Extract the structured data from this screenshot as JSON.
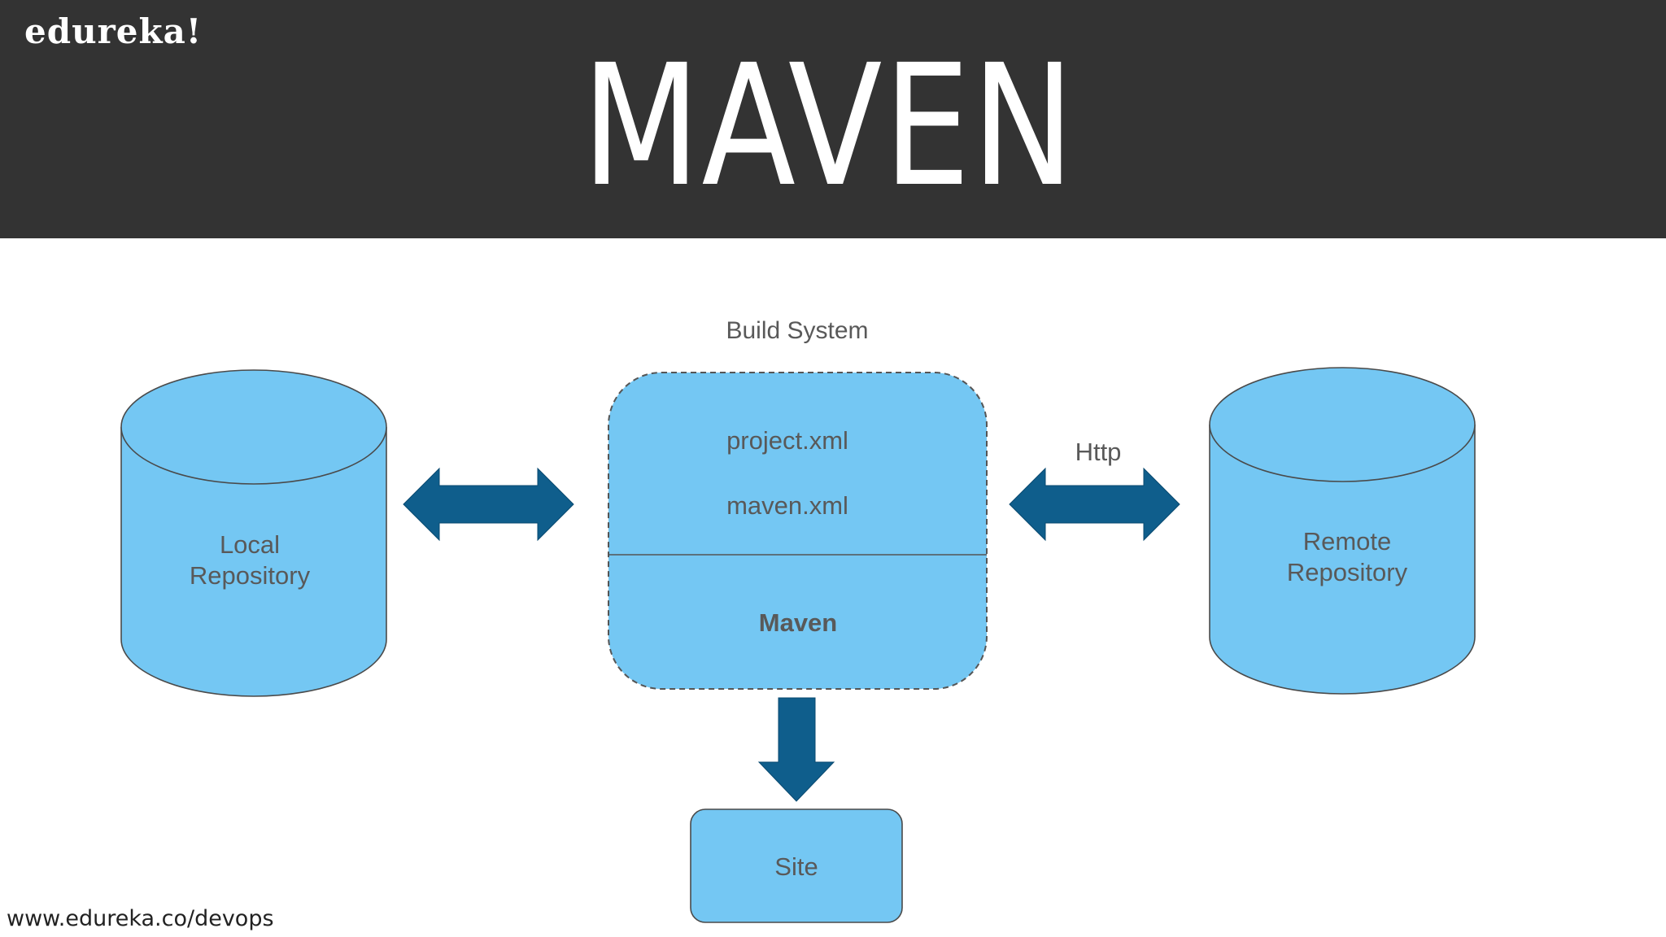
{
  "header": {
    "brand": "edureka!",
    "title": "MAVEN ARCHITECTURE"
  },
  "diagram": {
    "build_system_label": "Build System",
    "build_files": [
      "project.xml",
      "maven.xml"
    ],
    "maven_label": "Maven",
    "local_repository": [
      "Local",
      "Repository"
    ],
    "remote_repository": [
      "Remote",
      "Repository"
    ],
    "http_label": "Http",
    "site_label": "Site"
  },
  "footer": {
    "url": "www.edureka.co/devops"
  },
  "colors": {
    "header_bg": "#333333",
    "shape_fill": "#74C7F3",
    "arrow_fill": "#0F5E8C",
    "label_text": "#595959"
  }
}
